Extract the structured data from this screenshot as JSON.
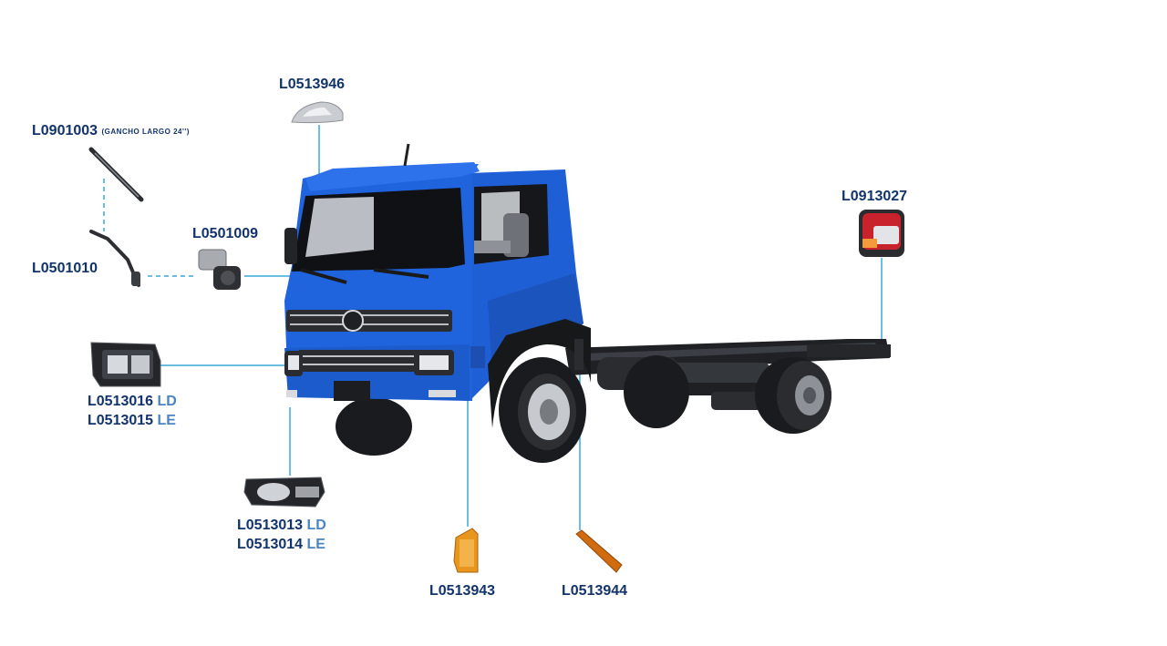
{
  "parts": {
    "p1": {
      "code": "L0513946"
    },
    "p2": {
      "code": "L0901003",
      "note": "(GANCHO LARGO 24'')"
    },
    "p3": {
      "code": "L0501009"
    },
    "p4": {
      "code": "L0501010"
    },
    "p5": {
      "code": "L0913027"
    },
    "p6": {
      "code_ld": "L0513016",
      "ld": "LD",
      "code_le": "L0513015",
      "le": "LE"
    },
    "p7": {
      "code_ld": "L0513013",
      "ld": "LD",
      "code_le": "L0513014",
      "le": "LE"
    },
    "p8": {
      "code": "L0513943"
    },
    "p9": {
      "code": "L0513944"
    }
  },
  "colors": {
    "label": "#12336b",
    "side": "#4a84c4",
    "leader": "#3aa8d8",
    "cab": "#1f5fd6"
  }
}
